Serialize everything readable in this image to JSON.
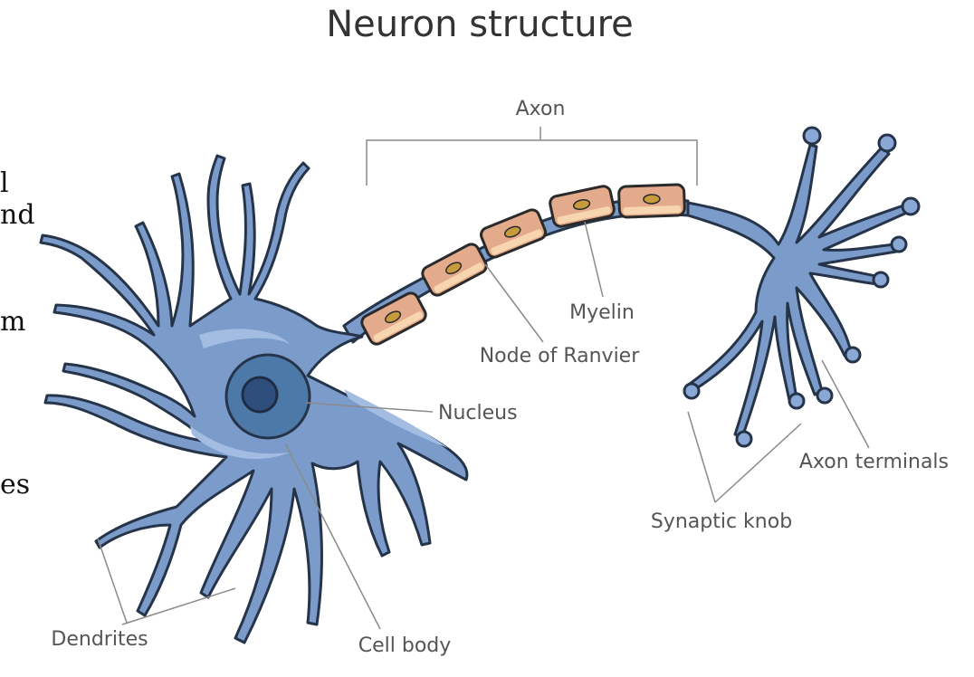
{
  "title": "Neuron structure",
  "left_edge_fragments": [
    "l",
    "nd",
    "m",
    "es"
  ],
  "labels": {
    "axon": "Axon",
    "myelin": "Myelin",
    "node_of_ranvier": "Node of Ranvier",
    "nucleus": "Nucleus",
    "axon_terminals": "Axon terminals",
    "synaptic_knob": "Synaptic knob",
    "dendrites": "Dendrites",
    "cell_body": "Cell body"
  },
  "colors": {
    "cell": "#7b9ccb",
    "cell_outline": "#26344a",
    "myelin": "#e3aa8c",
    "nucleus": "#4d79a8",
    "nucleolus": "#2e4f7c",
    "leader_lines": "#8a8a8a",
    "label_text": "#555555"
  }
}
